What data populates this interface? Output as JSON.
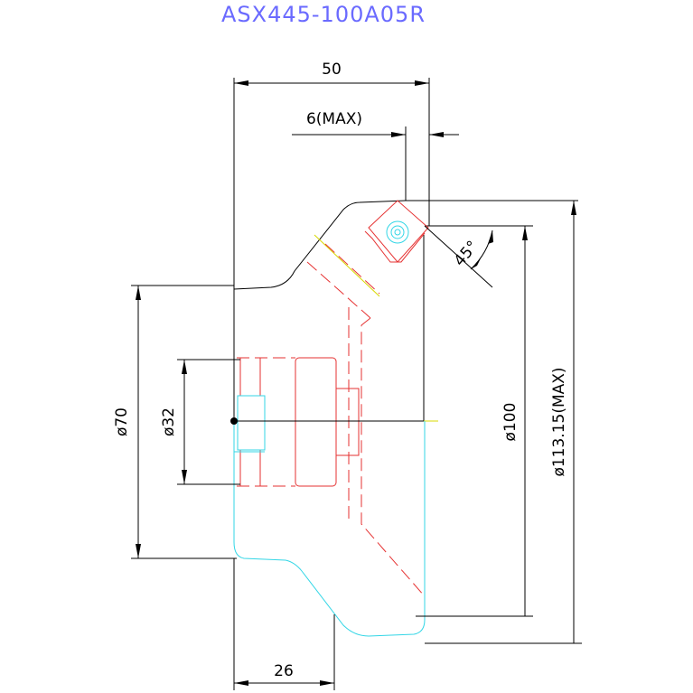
{
  "title": "ASX445-100A05R",
  "dimensions": {
    "width_total": "50",
    "max_depth": "6(MAX)",
    "angle": "45°",
    "dia_70": "ø70",
    "dia_32": "ø32",
    "dia_100": "ø100",
    "dia_max": "ø113.15(MAX)",
    "width_bottom": "26"
  },
  "colors": {
    "outline": "#000000",
    "insert": "#e63232",
    "hidden": "#33d6e6",
    "centerline": "#d8d800",
    "title": "#6a6aff"
  }
}
